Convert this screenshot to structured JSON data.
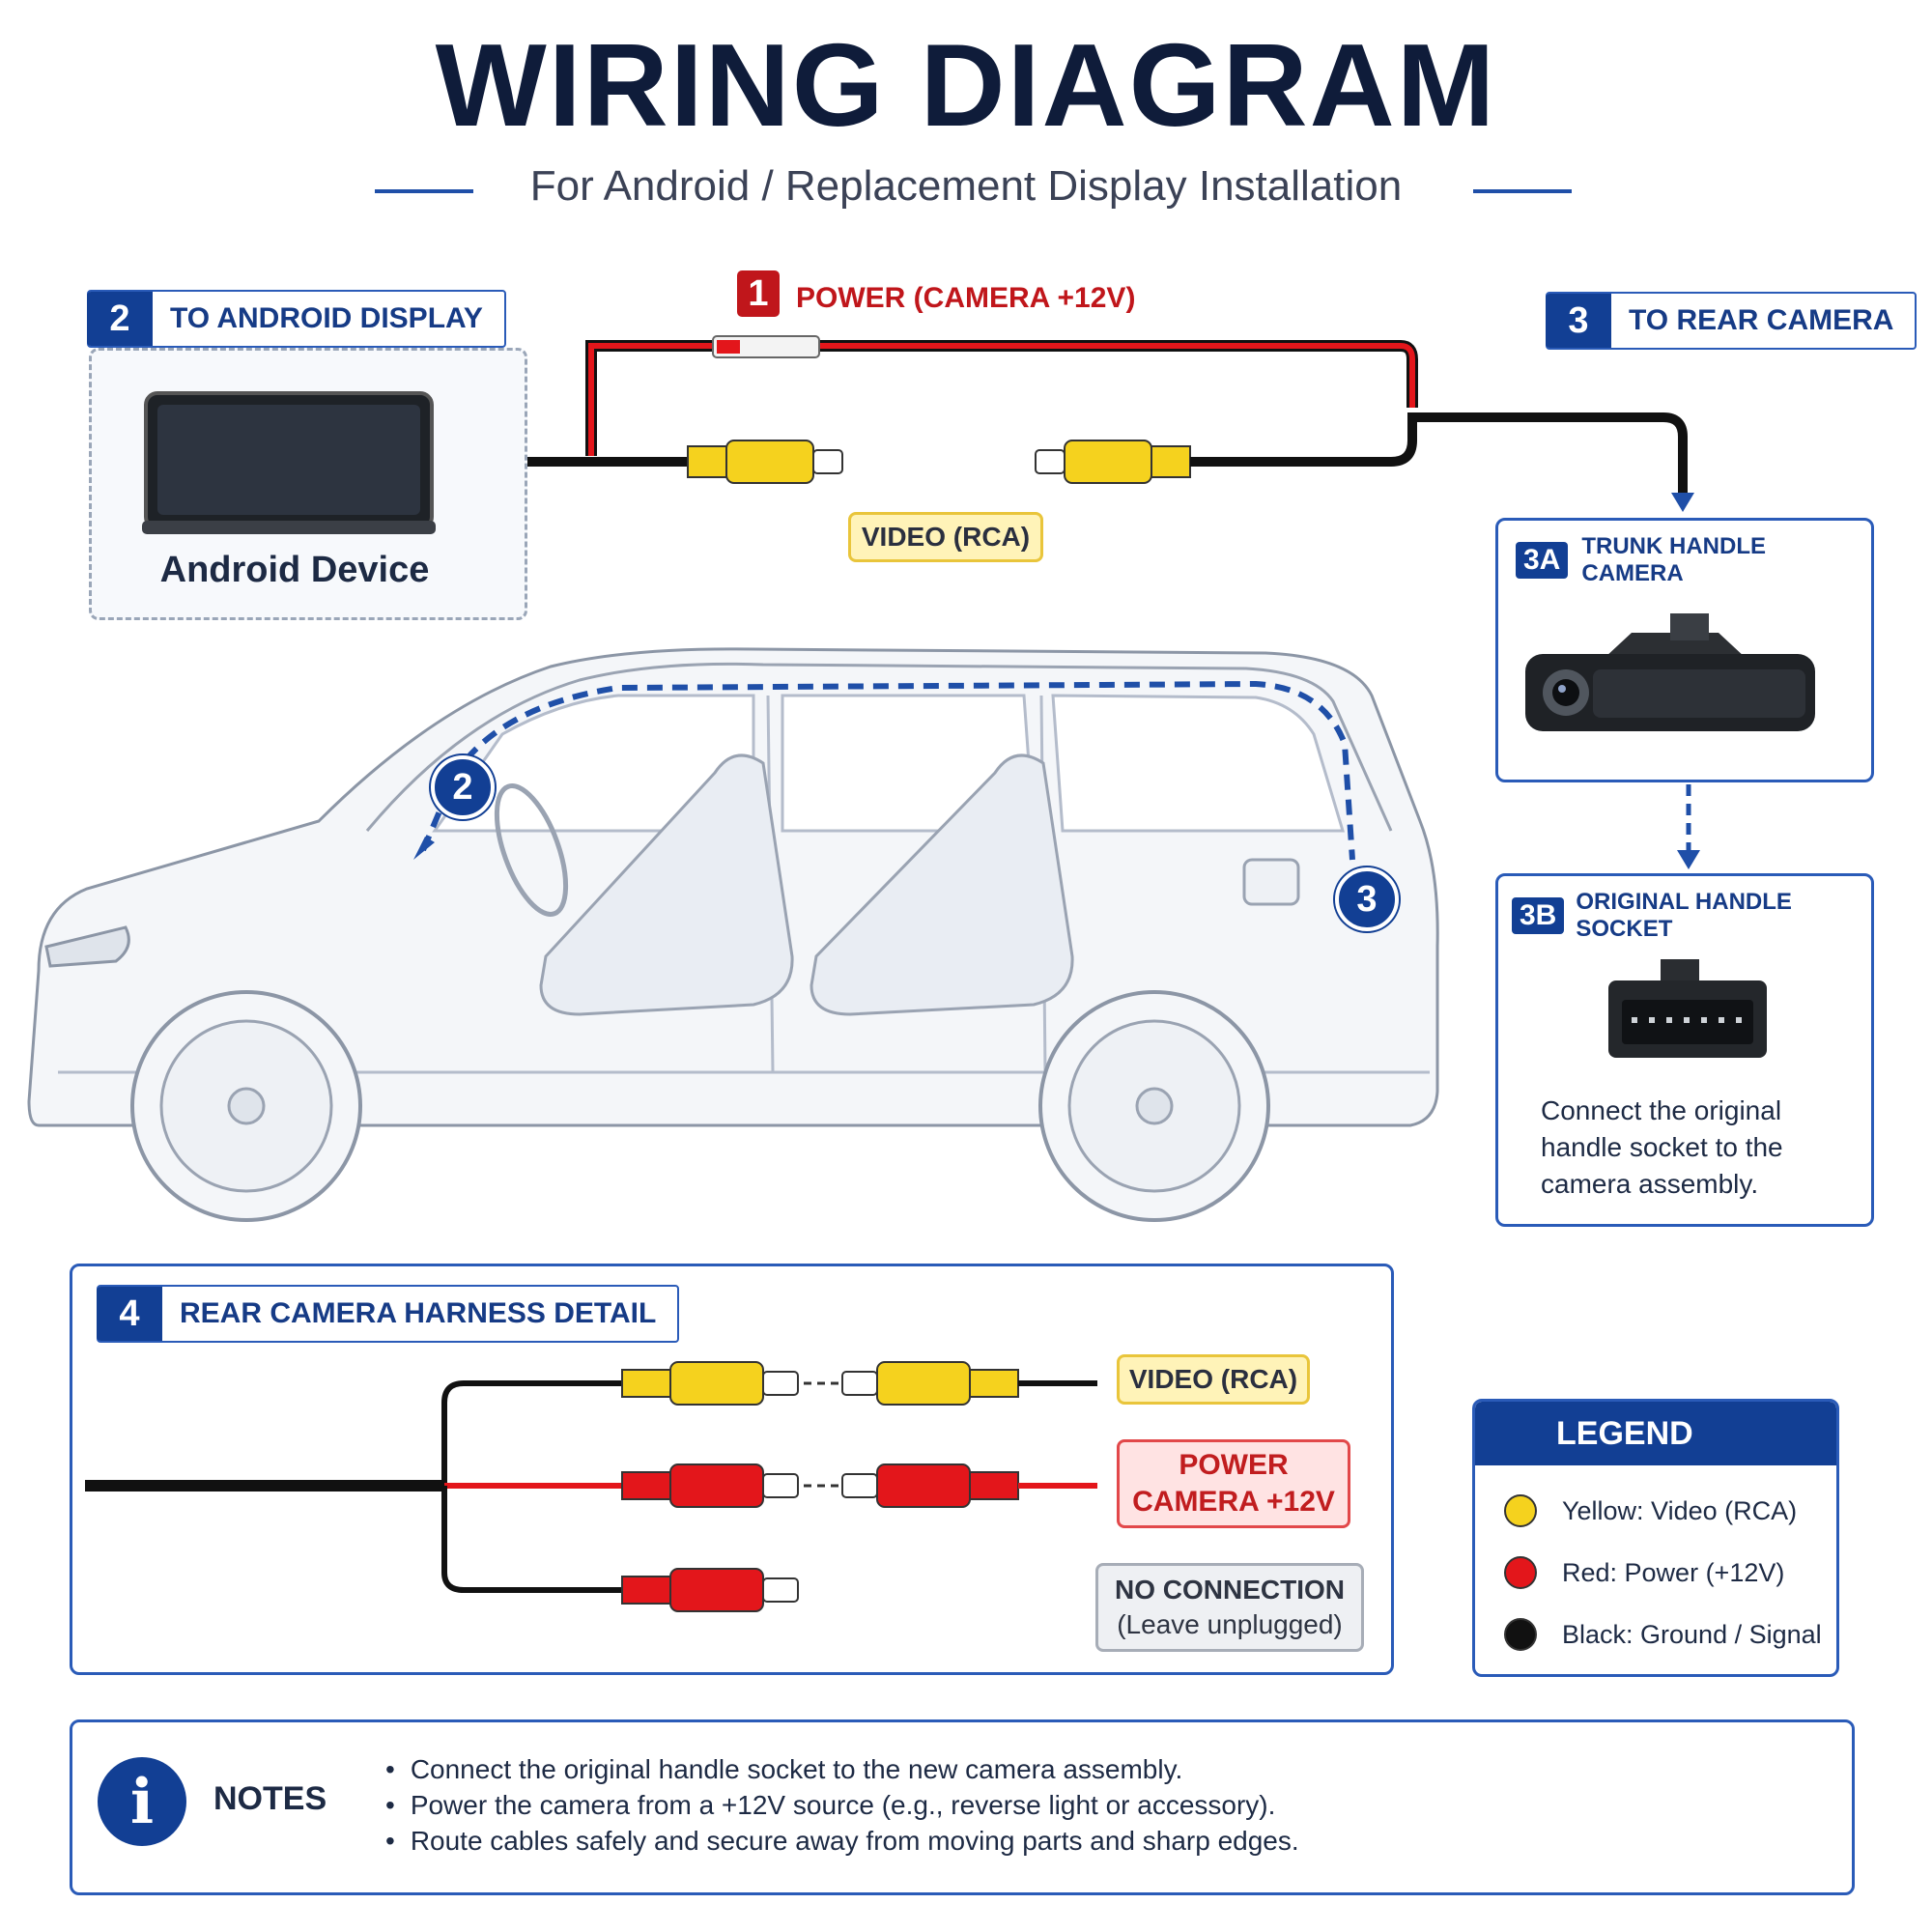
{
  "header": {
    "title": "WIRING DIAGRAM",
    "subtitle": "For Android / Replacement Display Installation"
  },
  "sections": {
    "power": {
      "num": "1",
      "label": "POWER (CAMERA +12V)"
    },
    "android": {
      "num": "2",
      "label": "TO ANDROID DISPLAY",
      "device_caption": "Android Device"
    },
    "rear": {
      "num": "3",
      "label": "TO REAR CAMERA"
    },
    "video_tag": "VIDEO (RCA)",
    "trunk_camera": {
      "num": "3A",
      "label": "TRUNK HANDLE CAMERA"
    },
    "handle_socket": {
      "num": "3B",
      "label": "ORIGINAL HANDLE SOCKET",
      "desc_lines": [
        "Connect the original",
        "handle socket to the",
        "camera assembly."
      ]
    },
    "harness": {
      "num": "4",
      "label": "REAR CAMERA HARNESS DETAIL",
      "video_label": "VIDEO (RCA)",
      "power_label_lines": [
        "POWER",
        "CAMERA +12V"
      ],
      "noconn_lines": [
        "NO CONNECTION",
        "(Leave unplugged)"
      ]
    }
  },
  "car_markers": [
    "2",
    "3"
  ],
  "legend": {
    "title": "LEGEND",
    "items": [
      {
        "color": "#f5d21e",
        "label": "Yellow: Video (RCA)"
      },
      {
        "color": "#e3161b",
        "label": "Red: Power (+12V)"
      },
      {
        "color": "#111111",
        "label": "Black: Ground / Signal"
      }
    ]
  },
  "notes": {
    "title": "NOTES",
    "icon": "info-icon",
    "items": [
      "Connect the original handle socket to the new camera assembly.",
      "Power the camera from a +12V source (e.g., reverse light or accessory).",
      "Route cables safely and secure away from moving parts and sharp edges."
    ]
  },
  "colors": {
    "accent": "#123f94",
    "wire_red": "#e3161b",
    "wire_yellow": "#f5d21e",
    "wire_black": "#111111"
  }
}
